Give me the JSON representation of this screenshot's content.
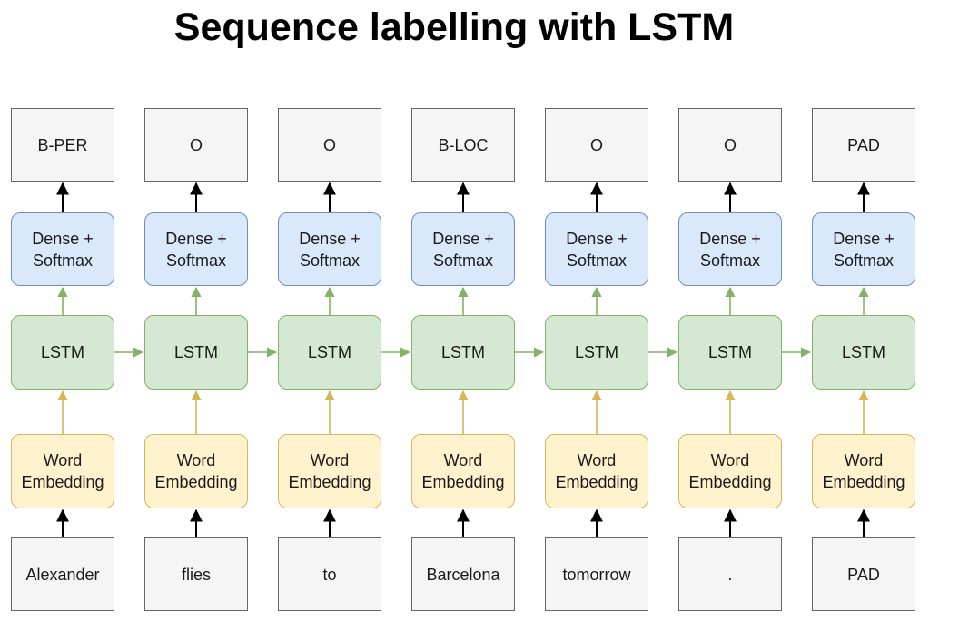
{
  "title": "Sequence labelling with LSTM",
  "columns": [
    {
      "output": "B-PER",
      "dense": "Dense +\nSoftmax",
      "lstm": "LSTM",
      "embedding": "Word\nEmbedding",
      "input": "Alexander"
    },
    {
      "output": "O",
      "dense": "Dense +\nSoftmax",
      "lstm": "LSTM",
      "embedding": "Word\nEmbedding",
      "input": "flies"
    },
    {
      "output": "O",
      "dense": "Dense +\nSoftmax",
      "lstm": "LSTM",
      "embedding": "Word\nEmbedding",
      "input": "to"
    },
    {
      "output": "B-LOC",
      "dense": "Dense +\nSoftmax",
      "lstm": "LSTM",
      "embedding": "Word\nEmbedding",
      "input": "Barcelona"
    },
    {
      "output": "O",
      "dense": "Dense +\nSoftmax",
      "lstm": "LSTM",
      "embedding": "Word\nEmbedding",
      "input": "tomorrow"
    },
    {
      "output": "O",
      "dense": "Dense +\nSoftmax",
      "lstm": "LSTM",
      "embedding": "Word\nEmbedding",
      "input": "."
    },
    {
      "output": "PAD",
      "dense": "Dense +\nSoftmax",
      "lstm": "LSTM",
      "embedding": "Word\nEmbedding",
      "input": "PAD"
    }
  ],
  "colors": {
    "gray_fill": "#f5f5f5",
    "gray_stroke": "#666666",
    "blue_fill": "#dae8fc",
    "blue_stroke": "#6c8ebf",
    "green_fill": "#d5e8d4",
    "green_stroke": "#82b366",
    "yellow_fill": "#fff2cc",
    "yellow_stroke": "#d6b656",
    "black_arrow": "#000000"
  }
}
